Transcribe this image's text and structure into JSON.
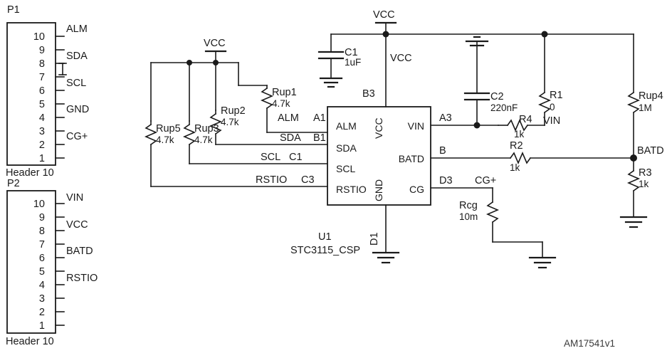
{
  "sheet": {
    "watermark": "AM17541v1",
    "background": "#ffffff",
    "ink": "#1a1a1a"
  },
  "connectors": [
    {
      "refdes": "P1",
      "footer": "Header 10",
      "pins": [
        "10",
        "9",
        "8",
        "7",
        "6",
        "5",
        "4",
        "3",
        "2",
        "1"
      ],
      "nets": [
        "ALM",
        "SDA",
        "SCL",
        "GND",
        "CG+"
      ]
    },
    {
      "refdes": "P2",
      "footer": "Header 10",
      "pins": [
        "10",
        "9",
        "8",
        "7",
        "6",
        "5",
        "4",
        "3",
        "2",
        "1"
      ],
      "nets": [
        "VIN",
        "VCC",
        "BATD",
        "RSTIO"
      ]
    }
  ],
  "ic": {
    "refdes": "U1",
    "part": "STC3115_CSP",
    "pins_left": [
      "ALM",
      "SDA",
      "SCL",
      "RSTIO"
    ],
    "pins_right": [
      "VIN",
      "BATD",
      "CG"
    ],
    "pin_top": "VCC",
    "pin_bottom": "GND",
    "ball_top": "B3",
    "ball_bottom": "D1",
    "balls_left": [
      "A1",
      "B1",
      "C1",
      "C3"
    ],
    "balls_right": [
      "A3",
      "B",
      "D3"
    ]
  },
  "power": {
    "vcc_top_symbol": "VCC",
    "vcc_left_symbol": "VCC",
    "vcc_net_label": "VCC"
  },
  "net_labels": {
    "alm": "ALM",
    "sda": "SDA",
    "scl": "SCL",
    "rstio": "RSTIO",
    "vin": "VIN",
    "batd": "BATD",
    "cgplus": "CG+"
  },
  "components": [
    {
      "refdes": "Rup1",
      "value": "4.7k",
      "type": "resistor"
    },
    {
      "refdes": "Rup2",
      "value": "4.7k",
      "type": "resistor"
    },
    {
      "refdes": "Rup3",
      "value": "4.7k",
      "type": "resistor"
    },
    {
      "refdes": "Rup5",
      "value": "4.7k",
      "type": "resistor"
    },
    {
      "refdes": "Rup4",
      "value": "1M",
      "type": "resistor"
    },
    {
      "refdes": "R1",
      "value": "0",
      "type": "resistor"
    },
    {
      "refdes": "R2",
      "value": "1k",
      "type": "resistor"
    },
    {
      "refdes": "R3",
      "value": "1k",
      "type": "resistor"
    },
    {
      "refdes": "R4",
      "value": "1k",
      "type": "resistor"
    },
    {
      "refdes": "Rcg",
      "value": "10m",
      "type": "resistor"
    },
    {
      "refdes": "C1",
      "value": "1uF",
      "type": "capacitor"
    },
    {
      "refdes": "C2",
      "value": "220nF",
      "type": "capacitor"
    }
  ],
  "refs": {
    "Rup1": "Rup1",
    "Rup1v": "4.7k",
    "Rup2": "Rup2",
    "Rup2v": "4.7k",
    "Rup3": "Rup3",
    "Rup3v": "4.7k",
    "Rup5": "Rup5",
    "Rup5v": "4.7k",
    "Rup4": "Rup4",
    "Rup4v": "1M",
    "R1": "R1",
    "R1v": "0",
    "R2": "R2",
    "R2v": "1k",
    "R3": "R3",
    "R3v": "1k",
    "R4": "R4",
    "R4v": "1k",
    "Rcg": "Rcg",
    "Rcgv": "10m",
    "C1": "C1",
    "C1v": "1uF",
    "C2": "C2",
    "C2v": "220nF"
  }
}
